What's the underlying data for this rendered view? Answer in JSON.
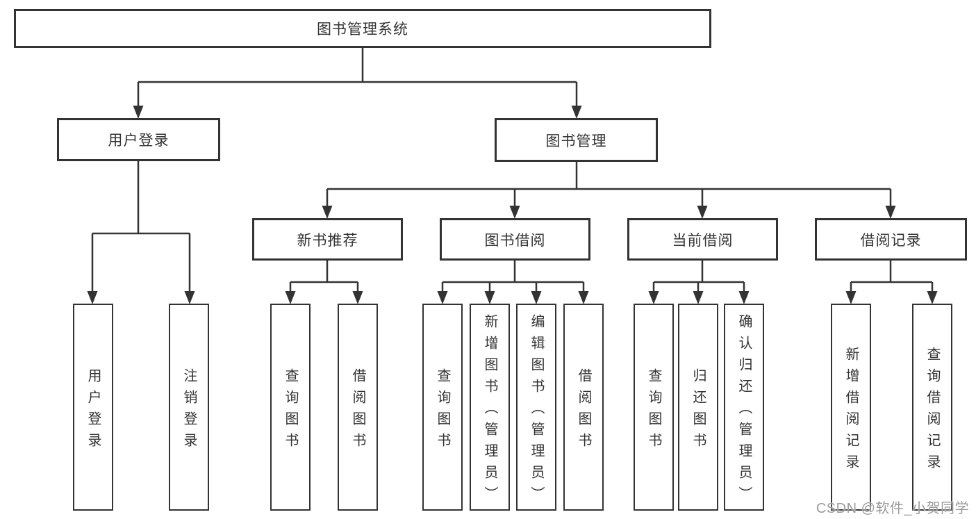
{
  "tree": {
    "root": "图书管理系统",
    "login": {
      "label": "用户登录",
      "children": [
        "用户登录",
        "注销登录"
      ]
    },
    "mgmt": {
      "label": "图书管理",
      "sections": [
        {
          "label": "新书推荐",
          "children": [
            "查询图书",
            "借阅图书"
          ]
        },
        {
          "label": "图书借阅",
          "children": [
            "查询图书",
            "新增图书（管理员）",
            "编辑图书（管理员）",
            "借阅图书"
          ]
        },
        {
          "label": "当前借阅",
          "children": [
            "查询图书",
            "归还图书",
            "确认归还（管理员）"
          ]
        },
        {
          "label": "借阅记录",
          "children": [
            "新增借阅记录",
            "查询借阅记录"
          ]
        }
      ]
    }
  },
  "watermark": "CSDN @软件_小贺同学",
  "colors": {
    "line": "#333333",
    "box_border": "#333333",
    "text": "#333333",
    "watermark": "#9b9b9b",
    "background": "#ffffff"
  }
}
